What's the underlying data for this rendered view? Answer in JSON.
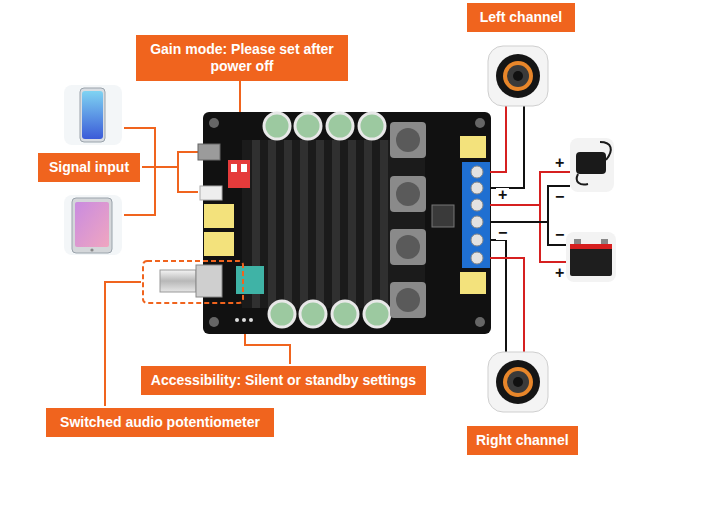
{
  "diagram": {
    "nodes": [
      {
        "text": [
          "Left channel"
        ]
      },
      {
        "text": [
          "Gain mode: Please set after power off"
        ]
      },
      {
        "text": [
          "Signal input"
        ]
      },
      {
        "text": [
          "Accessibility: Silent or standby settings"
        ]
      },
      {
        "text": [
          "Switched audio potentiometer"
        ]
      },
      {
        "text": [
          "Right channel"
        ]
      }
    ],
    "labels": [
      "+",
      "−",
      "+",
      "−",
      "−",
      "+"
    ]
  }
}
